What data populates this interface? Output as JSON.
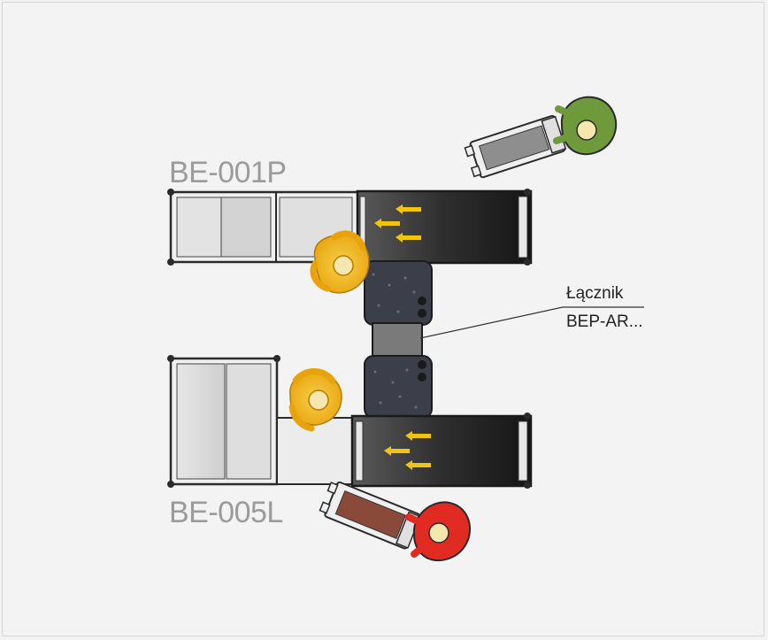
{
  "stations": {
    "top_label": "BE-001P",
    "bottom_label": "BE-005L"
  },
  "connector": {
    "title": "Łącznik",
    "model": "BEP-AR..."
  },
  "colors": {
    "background": "#f3f3f3",
    "label_text": "#9b9b9b",
    "conveyor_dark": "#2b2b2b",
    "module_dark": "#3c3f4a",
    "arrow": "#f1c40f",
    "operator_yellow": "#f2b70f",
    "operator_green": "#6f9a3c",
    "operator_red": "#e02a22",
    "cart_green_load": "#8e8e8e",
    "cart_red_load": "#8a4a3a"
  },
  "icons": [
    "operator-icon",
    "cart-icon",
    "direction-arrow-icon"
  ]
}
